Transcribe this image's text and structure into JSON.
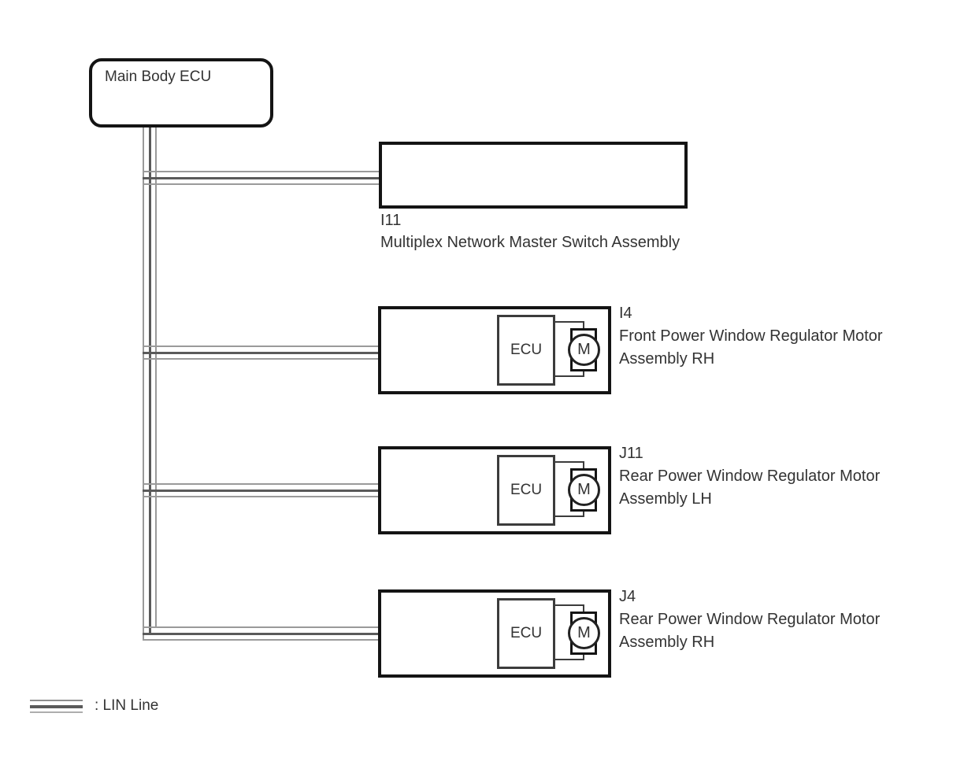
{
  "diagram": {
    "main_ecu": {
      "label": "Main Body ECU"
    },
    "bus": {
      "type": "LIN",
      "style": "triple-line"
    },
    "nodes": [
      {
        "code": "I11",
        "name": "Multiplex Network Master Switch Assembly"
      },
      {
        "code": "I4",
        "name_line1": "Front Power Window Regulator Motor",
        "name_line2": "Assembly RH",
        "ecu_label": "ECU",
        "motor_label": "M"
      },
      {
        "code": "J11",
        "name_line1": "Rear Power Window Regulator Motor",
        "name_line2": "Assembly LH",
        "ecu_label": "ECU",
        "motor_label": "M"
      },
      {
        "code": "J4",
        "name_line1": "Rear Power Window Regulator Motor",
        "name_line2": "Assembly RH",
        "ecu_label": "ECU",
        "motor_label": "M"
      }
    ],
    "legend": {
      "label": ": LIN Line"
    },
    "colors": {
      "wire-light": "#9a9a9a",
      "wire-dark": "#5a5a5a",
      "box-border": "#141414",
      "inner-border": "#3c3c3c",
      "text": "#333333",
      "background": "#ffffff"
    }
  }
}
